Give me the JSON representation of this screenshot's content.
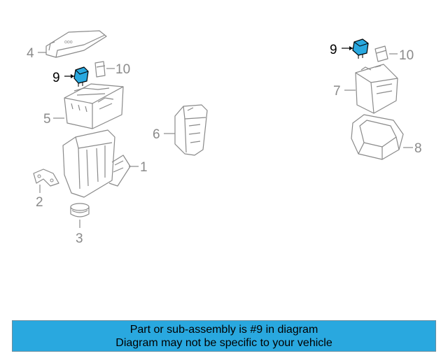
{
  "callouts": {
    "c1": "1",
    "c2": "2",
    "c3": "3",
    "c4": "4",
    "c5": "5",
    "c6": "6",
    "c7": "7",
    "c8": "8",
    "c9_left": "9",
    "c9_right": "9",
    "c10_left": "10",
    "c10_right": "10"
  },
  "highlight_color": "#29a8df",
  "banner": {
    "line1": "Part or sub-assembly is #9 in diagram",
    "line2": "Diagram may not be specific to your vehicle"
  }
}
